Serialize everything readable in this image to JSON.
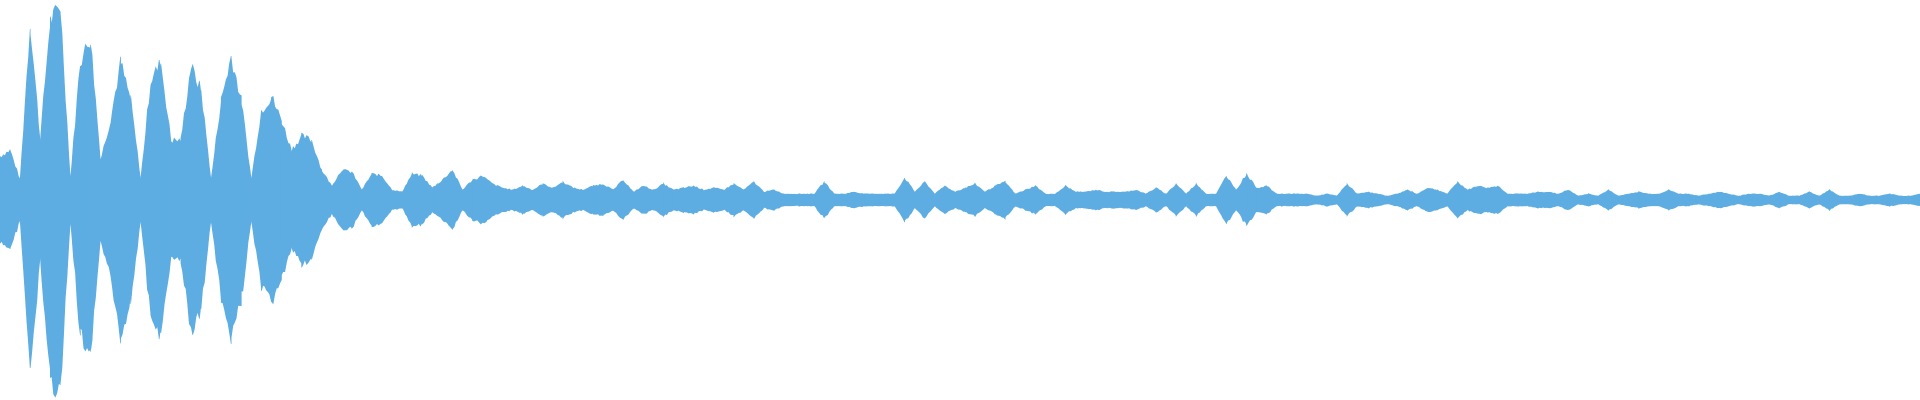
{
  "chart_data": {
    "type": "area",
    "title": "",
    "xlabel": "",
    "ylabel": "",
    "ylim": [
      -1,
      1
    ],
    "grid": false,
    "legend": "none",
    "color": "#5DADE2",
    "series": [
      {
        "envelope": [
          0.22,
          0.25,
          0.1,
          0.88,
          0.3,
          0.9,
          0.97,
          0.1,
          0.7,
          0.81,
          0.2,
          0.4,
          0.69,
          0.5,
          0.1,
          0.6,
          0.69,
          0.3,
          0.3,
          0.67,
          0.55,
          0.1,
          0.5,
          0.72,
          0.5,
          0.1,
          0.45,
          0.52,
          0.4,
          0.25,
          0.32,
          0.3,
          0.15,
          0.07,
          0.15,
          0.14,
          0.05,
          0.13,
          0.12,
          0.05,
          0.04,
          0.13,
          0.12,
          0.06,
          0.1,
          0.15,
          0.05,
          0.1,
          0.12,
          0.08,
          0.06,
          0.05,
          0.07,
          0.05,
          0.08,
          0.06,
          0.09,
          0.06,
          0.05,
          0.07,
          0.08,
          0.05,
          0.1,
          0.04,
          0.07,
          0.05,
          0.08,
          0.05,
          0.06,
          0.07,
          0.05,
          0.06,
          0.05,
          0.08,
          0.05,
          0.09,
          0.04,
          0.05,
          0.03,
          0.03,
          0.03,
          0.03,
          0.09,
          0.03,
          0.03,
          0.04,
          0.03,
          0.03,
          0.03,
          0.03,
          0.11,
          0.04,
          0.09,
          0.03,
          0.07,
          0.04,
          0.06,
          0.08,
          0.04,
          0.07,
          0.09,
          0.03,
          0.05,
          0.07,
          0.03,
          0.03,
          0.07,
          0.04,
          0.04,
          0.05,
          0.04,
          0.04,
          0.04,
          0.05,
          0.03,
          0.06,
          0.03,
          0.08,
          0.03,
          0.08,
          0.03,
          0.03,
          0.12,
          0.05,
          0.13,
          0.06,
          0.07,
          0.03,
          0.03,
          0.03,
          0.03,
          0.02,
          0.03,
          0.02,
          0.08,
          0.03,
          0.04,
          0.03,
          0.02,
          0.03,
          0.05,
          0.03,
          0.06,
          0.05,
          0.03,
          0.09,
          0.05,
          0.07,
          0.06,
          0.07,
          0.03,
          0.03,
          0.03,
          0.04,
          0.04,
          0.03,
          0.05,
          0.02,
          0.03,
          0.02,
          0.05,
          0.02,
          0.03,
          0.04,
          0.03,
          0.03,
          0.05,
          0.03,
          0.03,
          0.02,
          0.03,
          0.04,
          0.03,
          0.02,
          0.03,
          0.03,
          0.02,
          0.04,
          0.02,
          0.02,
          0.04,
          0.02,
          0.05,
          0.02,
          0.02,
          0.03,
          0.02,
          0.02,
          0.03,
          0.02,
          0.02,
          0.03
        ]
      }
    ]
  }
}
